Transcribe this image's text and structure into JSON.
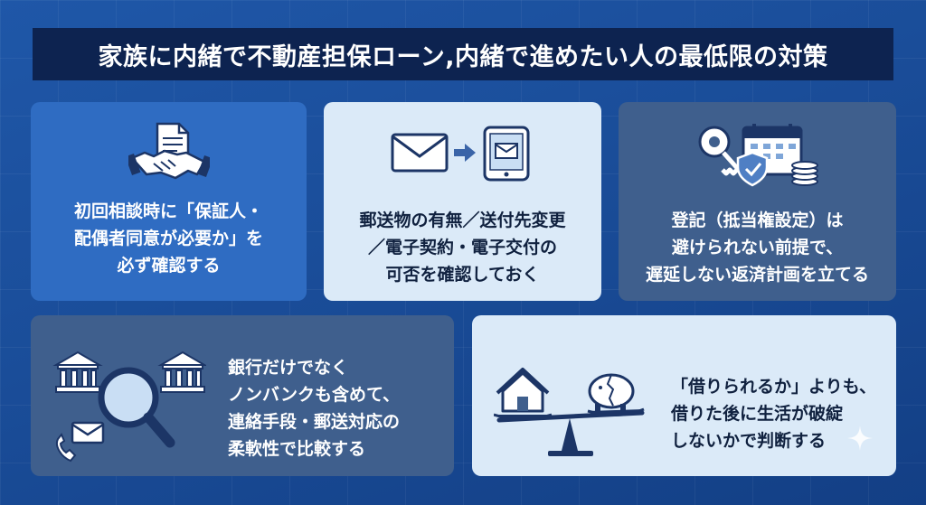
{
  "title": "家族に内緒で不動産担保ローン,内緒で進めたい人の最低限の対策",
  "cards": [
    {
      "lines": [
        "初回相談時に「保証人・",
        "配偶者同意が必要か」を",
        "必ず確認する"
      ],
      "icon": "handshake-document-icon"
    },
    {
      "lines": [
        "郵送物の有無／送付先変更",
        "／電子契約・電子交付の",
        "可否を確認しておく"
      ],
      "icon": "mail-to-tablet-icon"
    },
    {
      "lines": [
        "登記（抵当権設定）は",
        "避けられない前提で、",
        "遅延しない返済計画を立てる"
      ],
      "icon": "key-calendar-coins-icon"
    },
    {
      "lines": [
        "銀行だけでなく",
        "ノンバンクも含めて、",
        "連絡手段・郵送対応の",
        "柔軟性で比較する"
      ],
      "icon": "bank-magnifier-icon"
    },
    {
      "lines": [
        "「借りられるか」よりも、",
        "借りた後に生活が破綻",
        "しないかで判断する"
      ],
      "icon": "house-piggybank-scale-icon"
    }
  ],
  "colors": {
    "title_bg": "#0d2350",
    "card_blue": "#2f6cc2",
    "card_light": "#dbeaf8",
    "card_steel": "#3f5f8d",
    "icon_navy": "#1c3566"
  }
}
